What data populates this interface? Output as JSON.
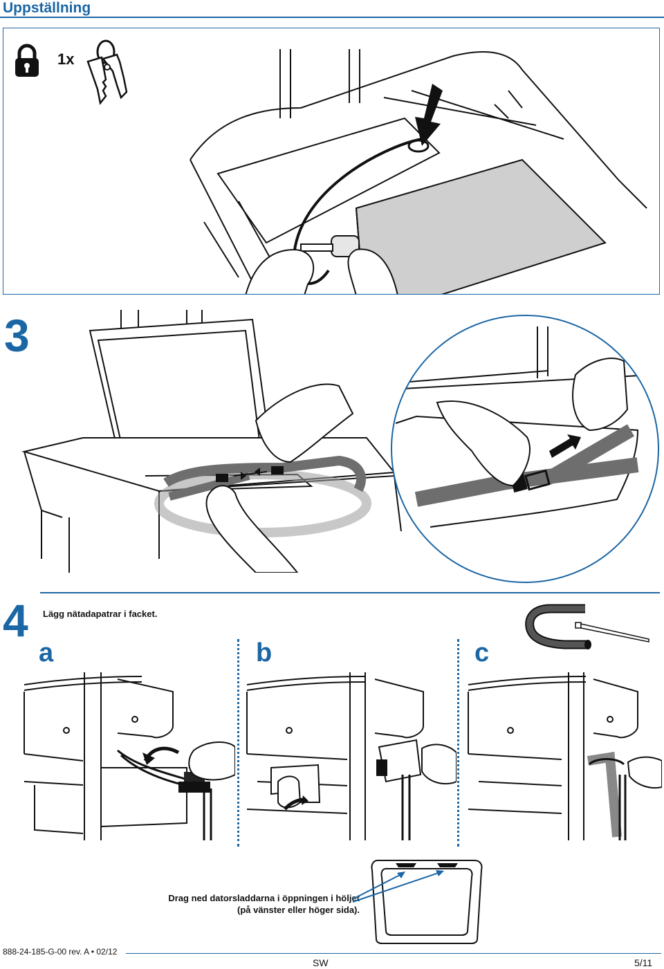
{
  "header": {
    "title": "Uppställning"
  },
  "step3": {
    "number": "3",
    "quantity": "1x",
    "icons": [
      "padlock-icon",
      "keys-icon"
    ]
  },
  "step4": {
    "number": "4",
    "instruction": "Lägg nätadapatrar i facket.",
    "substeps": [
      {
        "label": "a"
      },
      {
        "label": "b"
      },
      {
        "label": "c"
      }
    ],
    "caption_line1": "Drag ned datorsladdarna i öppningen i höljet",
    "caption_line2": "(på vänster eller höger sida)."
  },
  "footer": {
    "doc_code": "888-24-185-G-00 rev. A • 02/12",
    "language": "SW",
    "page": "5/11"
  },
  "colors": {
    "accent": "#1b66a4",
    "strap": "#6e6e6e",
    "laptop_gray": "#cfcfcf"
  }
}
